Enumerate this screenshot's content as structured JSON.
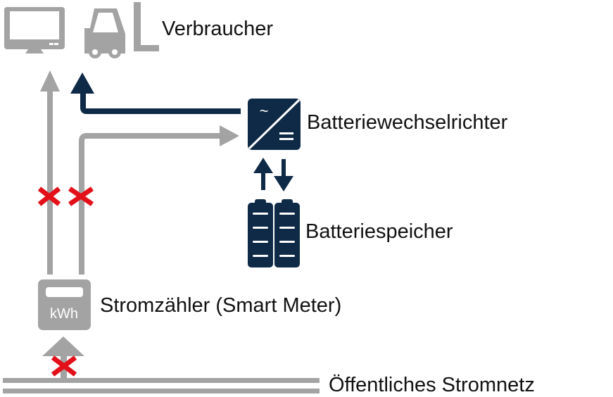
{
  "labels": {
    "consumer": "Verbraucher",
    "inverter": "Batteriewechselrichter",
    "battery": "Batteriespeicher",
    "meter": "Stromzähler (Smart Meter)",
    "grid": "Öffentliches Stromnetz",
    "meter_unit": "kWh",
    "inverter_ac_symbol": "~",
    "inverter_dc_symbol": "="
  },
  "colors": {
    "gray": "#a3a3a3",
    "navy": "#0e2a47",
    "red": "#e3101a",
    "text": "#111111"
  }
}
